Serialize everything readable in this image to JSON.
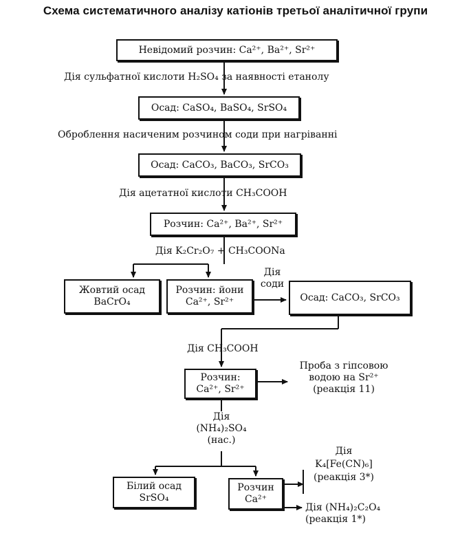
{
  "title": "Схема систематичного аналізу катіонів третьої аналітичної групи",
  "nodes": {
    "unknown_solution": "Невідомий розчин: Ca²⁺, Ba²⁺, Sr²⁺",
    "sulfate_precipitate": "Осад: CaSO₄, BaSO₄, SrSO₄",
    "carbonate_precipitate": "Осад: CaCO₃, BaCO₃, SrCO₃",
    "solution_ca_ba_sr": "Розчин: Ca²⁺, Ba²⁺, Sr²⁺",
    "yellow_precipitate_line1": "Жовтий осад",
    "yellow_precipitate_line2": "BaCrO₄",
    "solution_ions_line1": "Розчин: йони",
    "solution_ions_line2": "Ca²⁺, Sr²⁺",
    "precipitate_ca_sr_carbonate": "Осад: CaCO₃, SrCO₃",
    "solution_ca_sr_line1": "Розчин:",
    "solution_ca_sr_line2": "Ca²⁺, Sr²⁺",
    "white_precipitate_line1": "Білий осад",
    "white_precipitate_line2": "SrSO₄",
    "solution_ca_line1": "Розчин",
    "solution_ca_line2": "Ca²⁺"
  },
  "steps": {
    "sulfuric_acid": "Дія сульфатної кислоти  H₂SO₄  за наявності етанолу",
    "soda_treatment": "Оброблення насиченим розчином соди при нагріванні",
    "acetic_acid": "Дія ацетатної кислоти  CH₃COOH",
    "dichromate": "Дія  K₂Cr₂O₇ + CH₃COONa",
    "soda_line1": "Дія",
    "soda_line2": "соди",
    "acetic_short": "Дія  CH₃COOH",
    "ammonium_sulfate_line1": "Дія",
    "ammonium_sulfate_line2": "(NH₄)₂SO₄",
    "ammonium_sulfate_line3": "(нас.)"
  },
  "tests": {
    "gypsum_line1": "Проба з гіпсовою",
    "gypsum_line2": "водою на Sr²⁺",
    "gypsum_line3": "(реакція 11)",
    "ferrocyanide_line1": "Дія",
    "ferrocyanide_line2": "K₄[Fe(CN)₆]",
    "ferrocyanide_line3": "(реакція 3*)",
    "oxalate_line1": "Дія (NH₄)₂C₂O₄",
    "oxalate_line2": "(реакція 1*)"
  }
}
